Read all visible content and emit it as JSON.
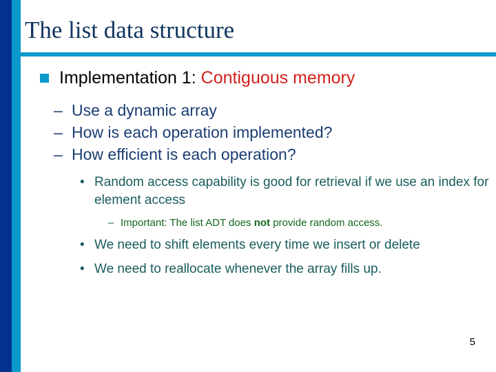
{
  "slide": {
    "title": "The list data structure",
    "page_number": "5",
    "colors": {
      "stripe_dark": "#04338f",
      "stripe_cyan": "#0b98ca",
      "title_text": "#11355f",
      "rule": "#0b98ca",
      "level1_text": "#000000",
      "level1_accent": "#d0201a",
      "level2_text": "#1b3d72",
      "level3_text": "#1a5c5c",
      "level4_text": "#11661c"
    },
    "bullets": {
      "level1": {
        "marker": "square-bullet",
        "text_black": "Implementation 1:",
        "text_red": "Contiguous memory"
      },
      "level2": {
        "marker": "en-dash",
        "items": [
          "Use a dynamic array",
          "How is each operation implemented?",
          "How efficient is each operation?"
        ]
      },
      "level3": {
        "marker": "round-bullet",
        "item_1": "Random access capability is good for retrieval if we use an index for element access",
        "item_2": "We need to shift elements every time we insert or delete",
        "item_3": "We need to reallocate whenever the array fills up."
      },
      "level4": {
        "marker": "en-dash",
        "part_1": "Important: The list ADT does ",
        "part_bold": "not",
        "part_2": " provide random access."
      }
    }
  }
}
